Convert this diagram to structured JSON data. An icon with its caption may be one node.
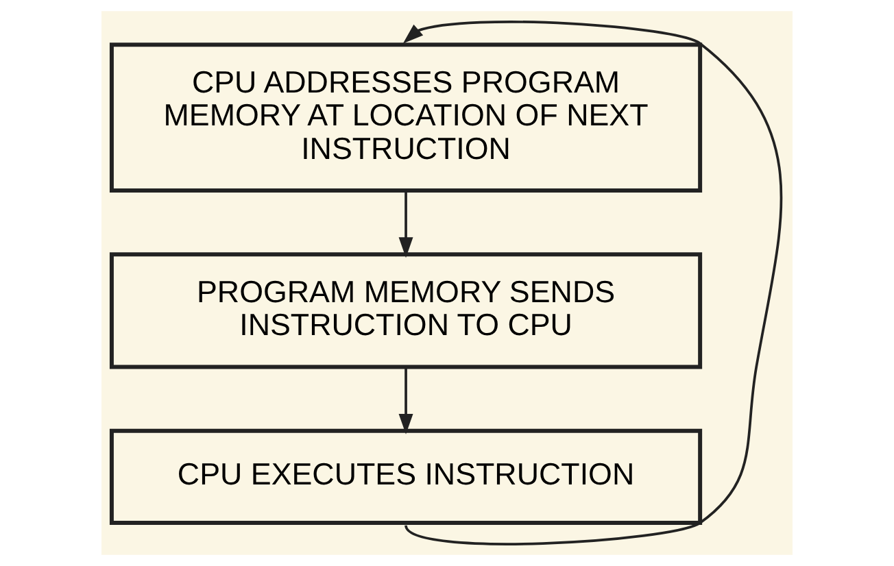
{
  "diagram": {
    "nodes": [
      {
        "text": [
          "CPU ADDRESSES PROGRAM MEMORY AT LOCATION OF NEXT INSTRUCTION"
        ]
      },
      {
        "text": [
          "PROGRAM MEMORY SENDS INSTRUCTION TO CPU"
        ]
      },
      {
        "text": [
          "CPU EXECUTES INSTRUCTION"
        ]
      }
    ],
    "edges": [
      {
        "from": 0,
        "to": 1,
        "arrow": "to"
      },
      {
        "from": 1,
        "to": 2,
        "arrow": "to"
      },
      {
        "from": 2,
        "to": 0,
        "arrow": "to"
      }
    ]
  }
}
